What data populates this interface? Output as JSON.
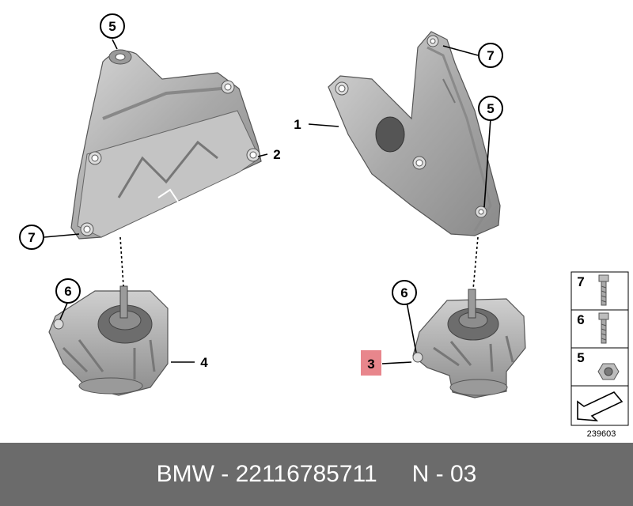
{
  "callouts": {
    "top_left_5": "5",
    "top_right_7": "7",
    "right_5": "5",
    "left_7": "7",
    "left_6": "6",
    "right_6": "6",
    "label_1": "1",
    "label_2": "2",
    "label_4": "4",
    "label_3": "3"
  },
  "legend": {
    "items": [
      {
        "number": "7",
        "icon": "bolt-icon"
      },
      {
        "number": "6",
        "icon": "bolt-icon"
      },
      {
        "number": "5",
        "icon": "hex-nut-icon"
      }
    ],
    "arrow_icon": "direction-arrow-icon",
    "diagram_id": "239603"
  },
  "footer": {
    "brand": "BMW - 22116785711",
    "code": "N - 03"
  },
  "colors": {
    "part_fill": "#b4b4b4",
    "part_dark": "#7a7a7a",
    "highlight": "#e8868c",
    "footer_bg": "#6b6b6b"
  }
}
